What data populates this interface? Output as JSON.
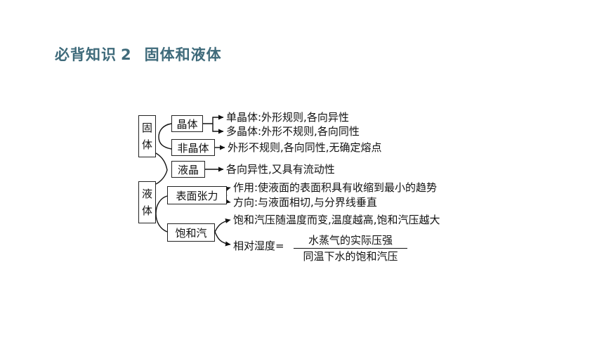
{
  "page_title": {
    "section": "必背知识",
    "number": "2",
    "topic": "固体和液体"
  },
  "diagram": {
    "solid": {
      "label_top": "固",
      "label_bottom": "体",
      "crystal": {
        "label": "晶体",
        "single": "单晶体:外形规则,各向异性",
        "poly": "多晶体:外形不规则,各向同性"
      },
      "amorphous": {
        "label": "非晶体",
        "desc": "外形不规则,各向同性,无确定熔点"
      }
    },
    "liquid_crystal": {
      "label": "液晶",
      "desc": "各向异性,又具有流动性"
    },
    "liquid": {
      "label_top": "液",
      "label_bottom": "体",
      "surface_tension": {
        "label": "表面张力",
        "effect": "作用:使液面的表面积具有收缩到最小的趋势",
        "direction": "方向:与液面相切,与分界线垂直"
      },
      "saturated_vapor": {
        "label": "饱和汽",
        "pressure": "饱和汽压随温度而变,温度越高,饱和汽压越大",
        "humidity_label": "相对湿度=",
        "humidity_numerator": "水蒸气的实际压强",
        "humidity_denominator": "同温下水的饱和汽压"
      }
    }
  }
}
